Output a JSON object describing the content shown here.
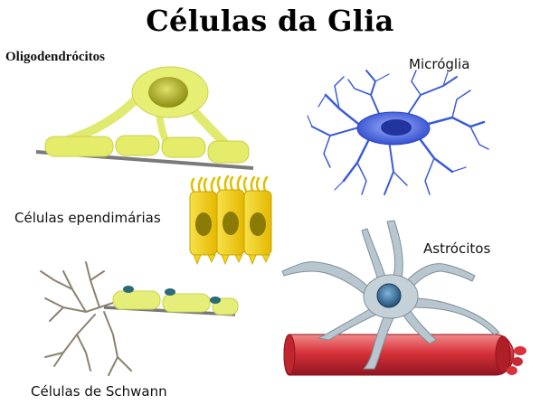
{
  "title": "Células da Glia",
  "labels": {
    "oligodendrocitos": "Oligodendrócitos",
    "microglia": "Micróglia",
    "ependimarias": "Células ependimárias",
    "astrocitos": "Astrócitos",
    "schwann": "Células de Schwann"
  },
  "colors": {
    "myelin": "#e4ec6a",
    "microglia": "#3a5bd9",
    "ependymal": "#f1d21c",
    "astrocyte": "#b8c6cf",
    "blood_vessel": "#d8323a",
    "axon": "#777777"
  }
}
